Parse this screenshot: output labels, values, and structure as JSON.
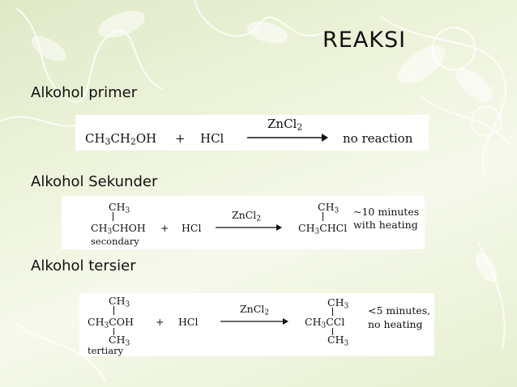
{
  "slide": {
    "title": "REAKSI",
    "sections": [
      {
        "label": "Alkohol primer"
      },
      {
        "label": "Alkohol Sekunder"
      },
      {
        "label": "Alkohol tersier"
      }
    ]
  },
  "reactions": {
    "primary": {
      "reactant_main": "CH",
      "reagent": "HCl",
      "plus": "+",
      "catalyst": "ZnCl",
      "result": "no reaction"
    },
    "secondary": {
      "reactant_top": "CH",
      "reactant_main": "CH",
      "reactant_name": "secondary",
      "plus": "+",
      "reagent": "HCl",
      "catalyst": "ZnCl",
      "product_top": "CH",
      "product_main": "CH",
      "condition_line1": "~10 minutes",
      "condition_line2": "with heating"
    },
    "tertiary": {
      "reactant_top": "CH",
      "reactant_main": "CH",
      "reactant_bottom": "CH",
      "reactant_name": "tertiary",
      "plus": "+",
      "reagent": "HCl",
      "catalyst": "ZnCl",
      "product_top": "CH",
      "product_main": "CH",
      "product_bottom": "CH",
      "condition_line1": "<5 minutes,",
      "condition_line2": "no heating"
    }
  }
}
